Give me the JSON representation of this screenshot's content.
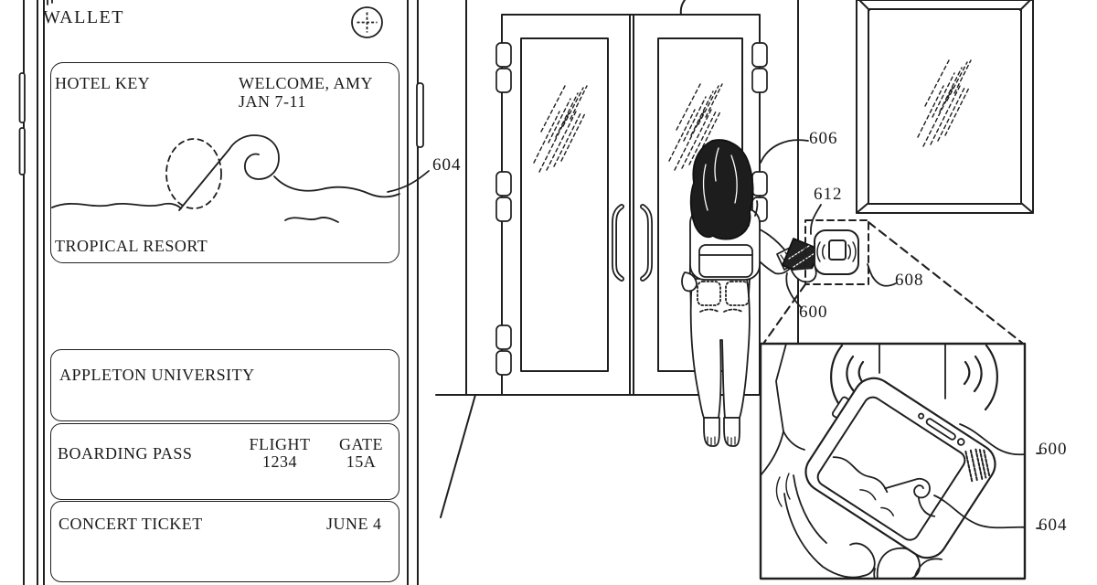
{
  "wallet": {
    "title": "WALLET",
    "add_icon": "plus-circle",
    "cards": [
      {
        "title": "HOTEL KEY",
        "welcome_line1": "WELCOME, AMY",
        "welcome_line2": "JAN 7-11",
        "footer": "TROPICAL RESORT"
      },
      {
        "title": "APPLETON UNIVERSITY"
      },
      {
        "title": "BOARDING PASS",
        "flight_label": "FLIGHT",
        "flight_value": "1234",
        "gate_label": "GATE",
        "gate_value": "15A"
      },
      {
        "title": "CONCERT TICKET",
        "date": "JUNE 4"
      }
    ]
  },
  "ref_labels": {
    "hotel_card": "604",
    "door": "606",
    "reader_target": "612",
    "reader": "608",
    "device_hand": "600",
    "inset_device": "600",
    "inset_card": "604"
  },
  "colors": {
    "ink": "#1f1f1f",
    "paper": "#ffffff"
  }
}
